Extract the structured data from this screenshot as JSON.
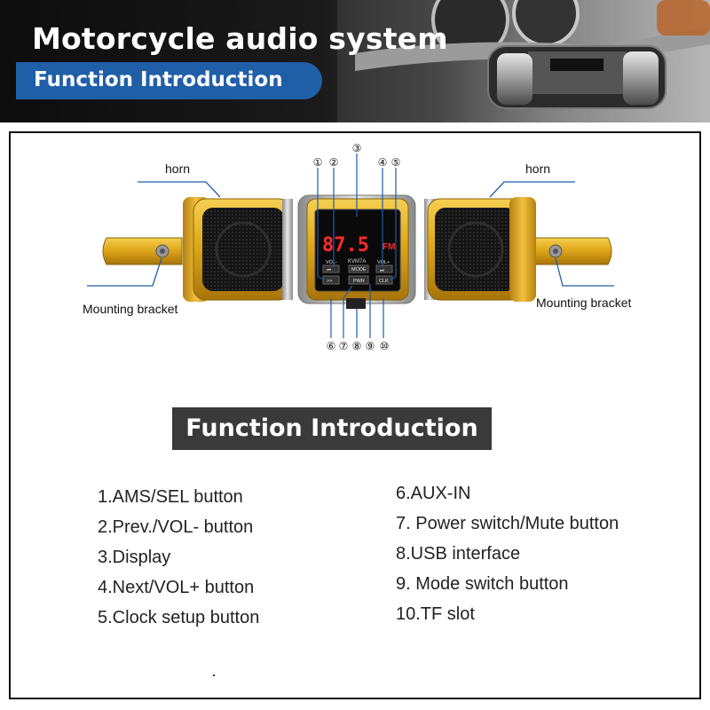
{
  "banner": {
    "title": "Motorcycle audio system",
    "subtitle": "Function Introduction",
    "accent_color": "#1f5fa8"
  },
  "diagram": {
    "horn_left": "horn",
    "horn_right": "horn",
    "bracket_left": "Mounting bracket",
    "bracket_right": "Mounting bracket",
    "display_readout": "87.5",
    "display_unit": "FM",
    "model": "KVM7A",
    "panel_buttons": {
      "vol_minus": "VOL-",
      "vol_plus": "VOL+",
      "mode": "MODE",
      "ams": ">>",
      "pwr": "PWR",
      "clk": "CLK"
    },
    "top_callouts": [
      "①",
      "②",
      "③",
      "④",
      "⑤"
    ],
    "bottom_callouts": [
      "⑥",
      "⑦",
      "⑧",
      "⑨",
      "⑩"
    ],
    "body_color": "#e0a81a",
    "display_color": "#ff2a2a"
  },
  "section_heading": "Function Introduction",
  "functions_left": [
    "1.AMS/SEL button",
    "2.Prev./VOL- button",
    "3.Display",
    "4.Next/VOL+ button",
    "5.Clock setup button"
  ],
  "functions_right": [
    "6.AUX-IN",
    "7. Power switch/Mute button",
    "8.USB interface",
    "9. Mode switch button",
    "10.TF slot"
  ]
}
